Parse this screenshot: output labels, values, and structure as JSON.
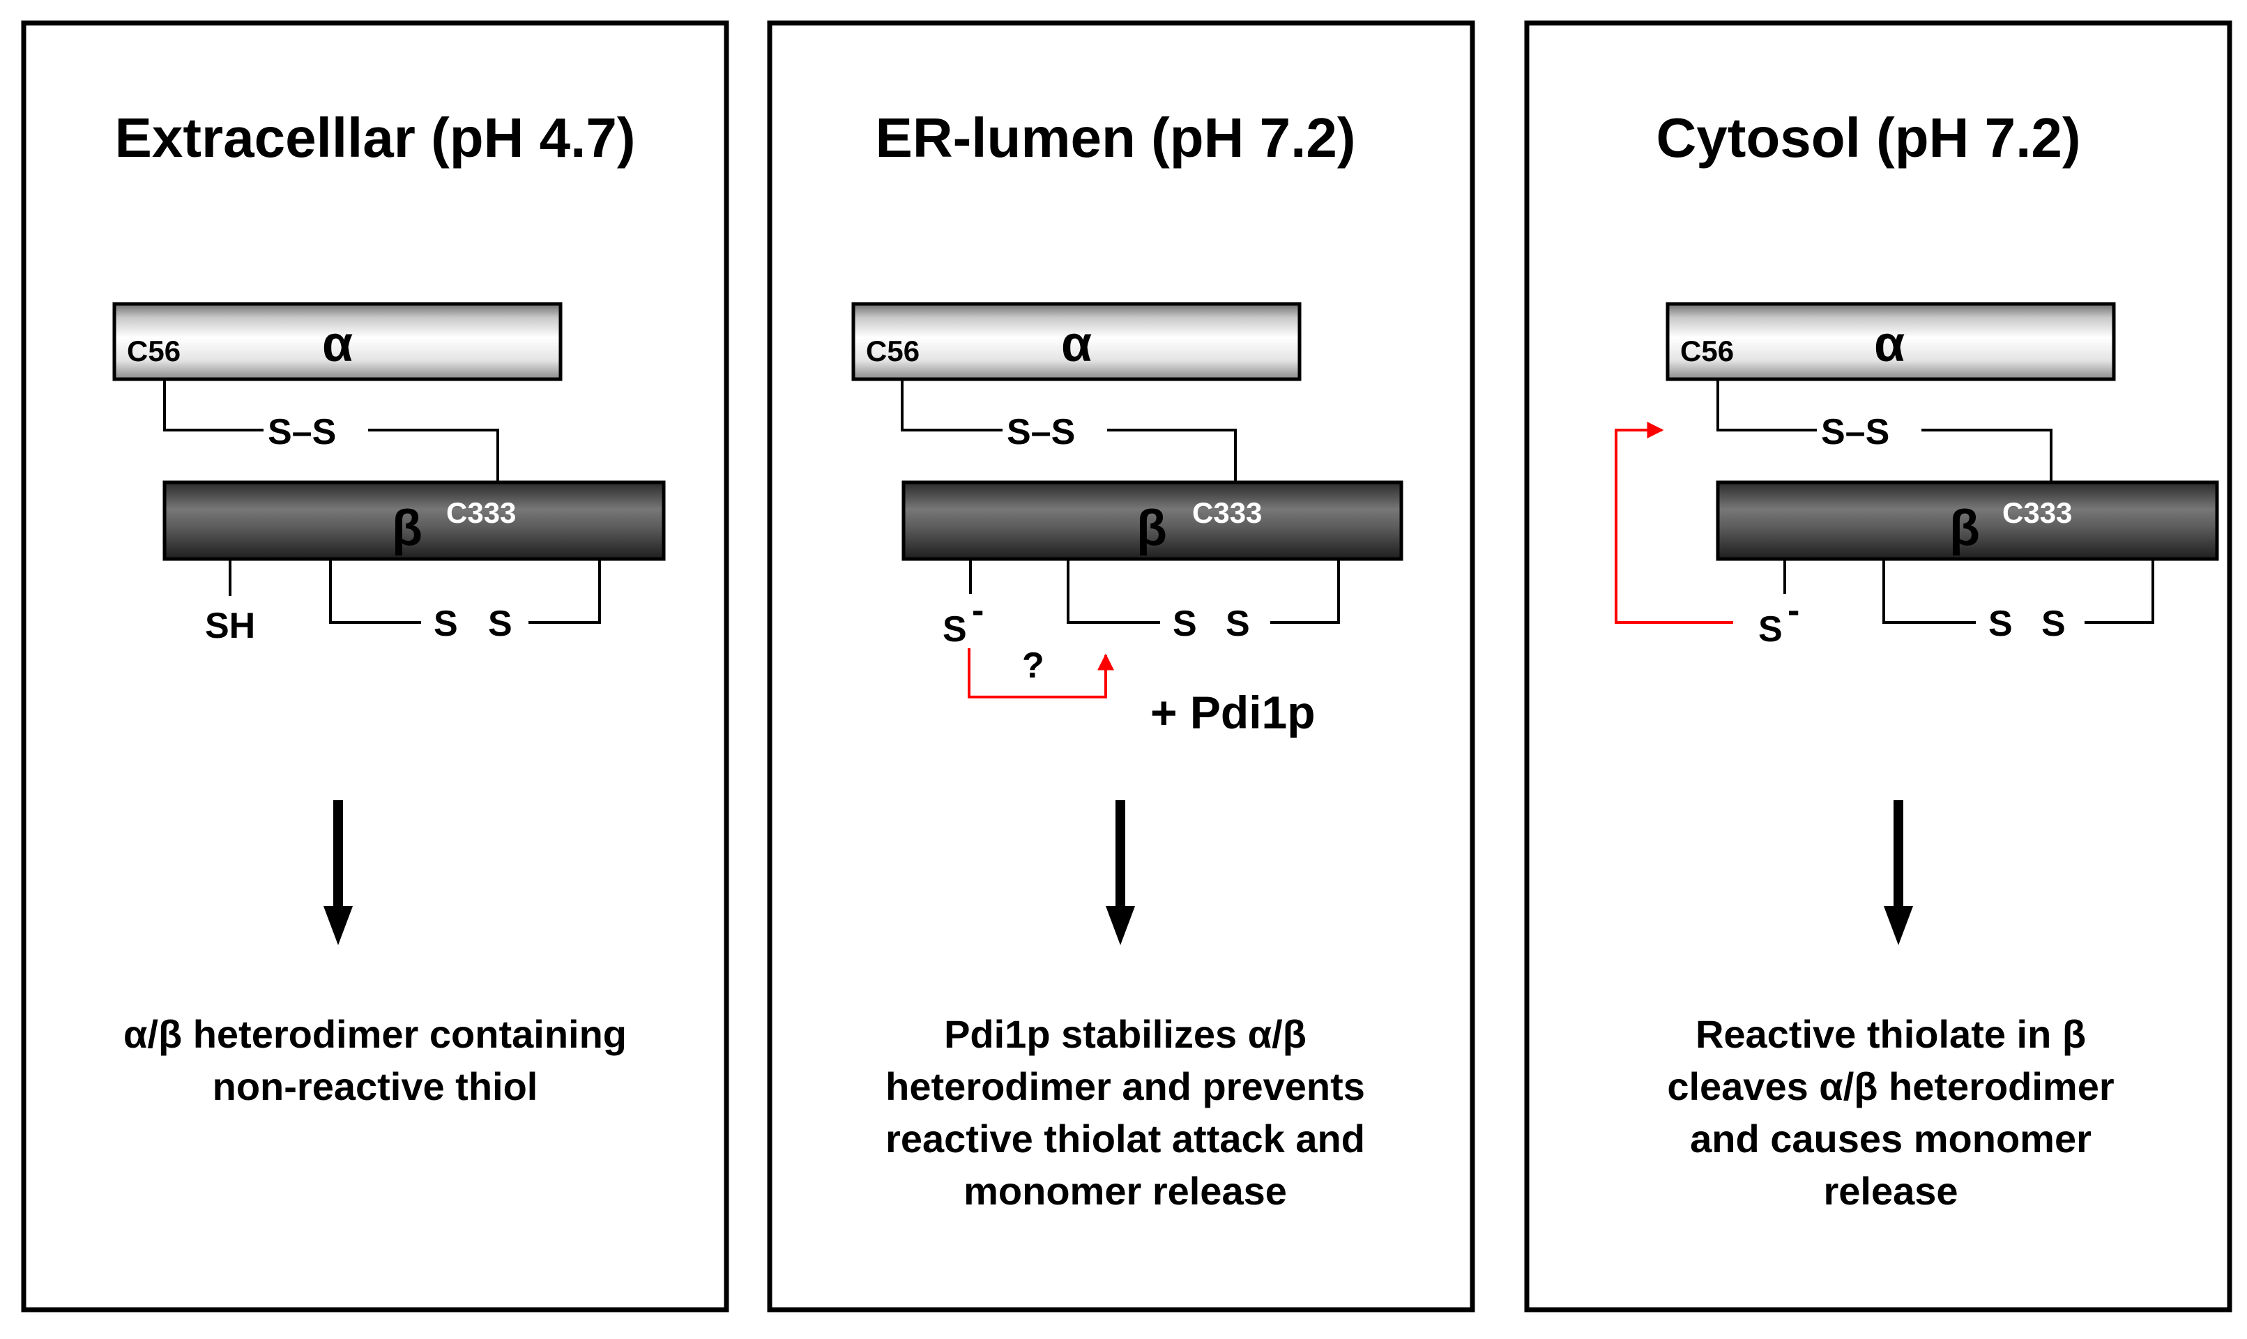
{
  "panels": [
    {
      "title": "Extracelllar (pH 4.7)",
      "alpha_label": "α",
      "alpha_residue": "C56",
      "disulfide_top": "S–S",
      "beta_label": "β",
      "beta_residue": "C333",
      "thiol_label": "SH",
      "disulfide_bottom_left": "S",
      "disulfide_bottom_right": "S",
      "caption_lines": [
        "α/β heterodimer containing",
        "non-reactive thiol"
      ]
    },
    {
      "title": "ER-lumen (pH 7.2)",
      "alpha_label": "α",
      "alpha_residue": "C56",
      "disulfide_top": "S–S",
      "beta_label": "β",
      "beta_residue": "C333",
      "thiol_label": "S",
      "thiol_charge": "-",
      "question_mark": "?",
      "pdi_label": "+ Pdi1p",
      "disulfide_bottom_left": "S",
      "disulfide_bottom_right": "S",
      "caption_lines": [
        "Pdi1p stabilizes α/β",
        "heterodimer and prevents",
        "reactive thiolat attack and",
        "monomer release"
      ]
    },
    {
      "title": "Cytosol (pH 7.2)",
      "alpha_label": "α",
      "alpha_residue": "C56",
      "disulfide_top": "S–S",
      "beta_label": "β",
      "beta_residue": "C333",
      "thiol_label": "S",
      "thiol_charge": "-",
      "disulfide_bottom_left": "S",
      "disulfide_bottom_right": "S",
      "caption_lines": [
        "Reactive thiolate in β",
        "cleaves α/β heterodimer",
        "and causes monomer",
        "release"
      ]
    }
  ],
  "colors": {
    "frame": "#000000",
    "attack_arrow": "#ff0000",
    "beta_residue_text": "#ffffff"
  }
}
